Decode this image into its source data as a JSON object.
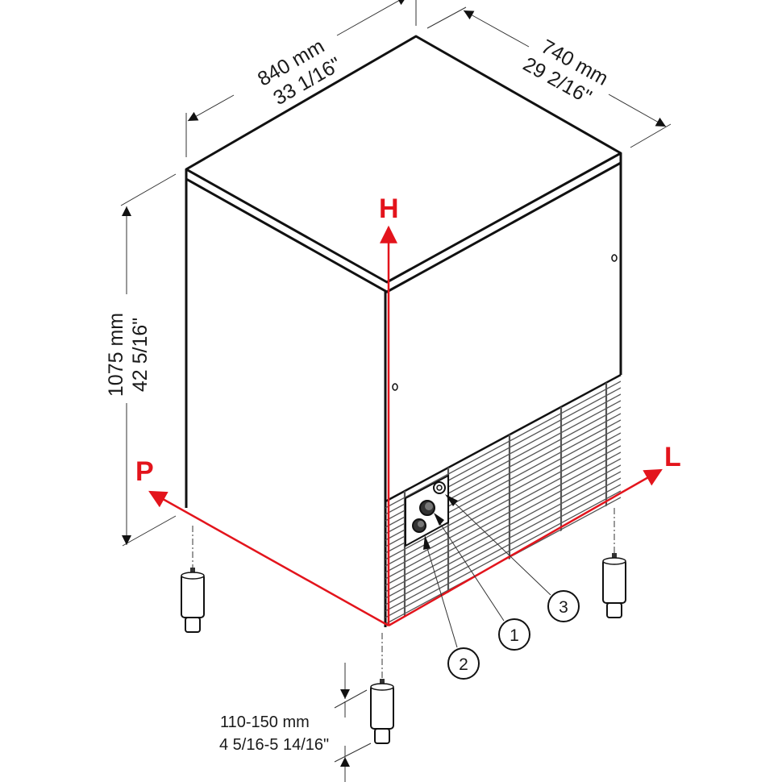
{
  "diagram": {
    "subject": "Ice machine cabinet isometric dimension drawing",
    "colors": {
      "outline": "#111111",
      "dimension_line": "#333333",
      "axis_red": "#e3141c",
      "grille": "#555555",
      "background": "#ffffff"
    },
    "dimensions": {
      "width": {
        "mm": "840 mm",
        "inch": "33 1/16\""
      },
      "depth": {
        "mm": "740 mm",
        "inch": "29 2/16\""
      },
      "height": {
        "mm": "1075 mm",
        "inch": "42 5/16\""
      },
      "feet": {
        "mm": "110-150 mm",
        "inch": "4 5/16-5 14/16\""
      }
    },
    "axes": {
      "height": "H",
      "depth": "P",
      "length": "L"
    },
    "callouts": [
      {
        "number": "1"
      },
      {
        "number": "2"
      },
      {
        "number": "3"
      }
    ]
  }
}
